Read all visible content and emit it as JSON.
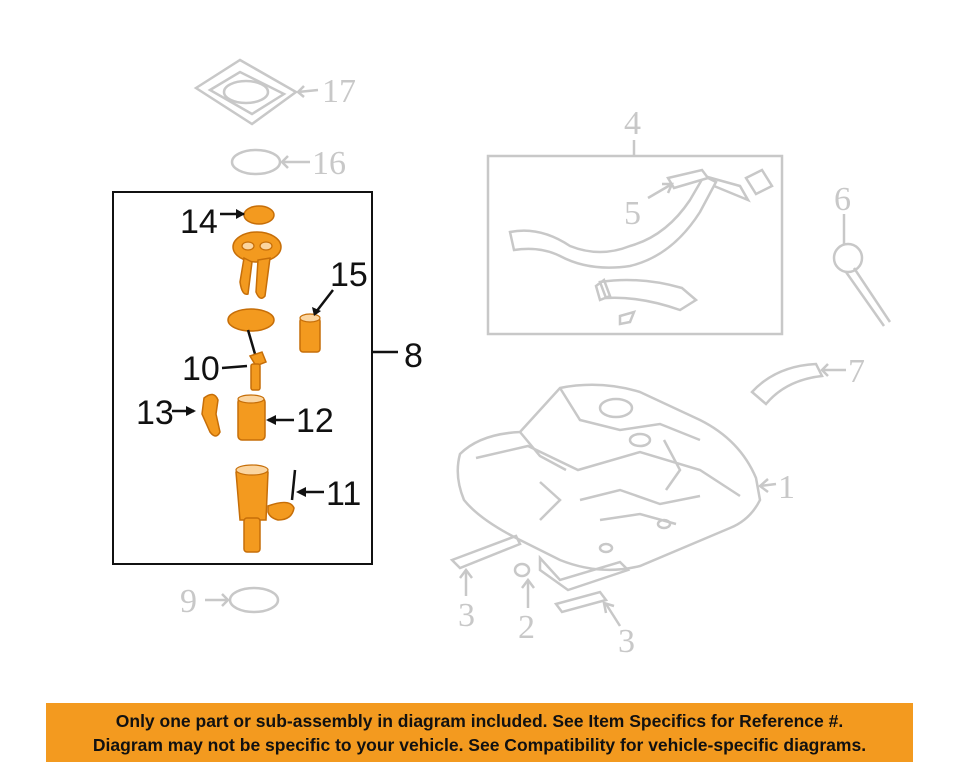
{
  "callouts": {
    "c1": "1",
    "c2": "2",
    "c3a": "3",
    "c3b": "3",
    "c4": "4",
    "c5": "5",
    "c6": "6",
    "c7": "7",
    "c8": "8",
    "c9": "9",
    "c10": "10",
    "c11": "11",
    "c12": "12",
    "c13": "13",
    "c14": "14",
    "c15": "15",
    "c16": "16",
    "c17": "17"
  },
  "banner": {
    "line1": "Only one part or sub-assembly in diagram included. See Item Specifics for Reference #.",
    "line2": "Diagram may not be specific to your vehicle. See Compatibility for vehicle-specific diagrams."
  },
  "colors": {
    "highlight": "#f39a1f",
    "ghost_parts": "#c8c8c8",
    "frame": "#111111"
  }
}
